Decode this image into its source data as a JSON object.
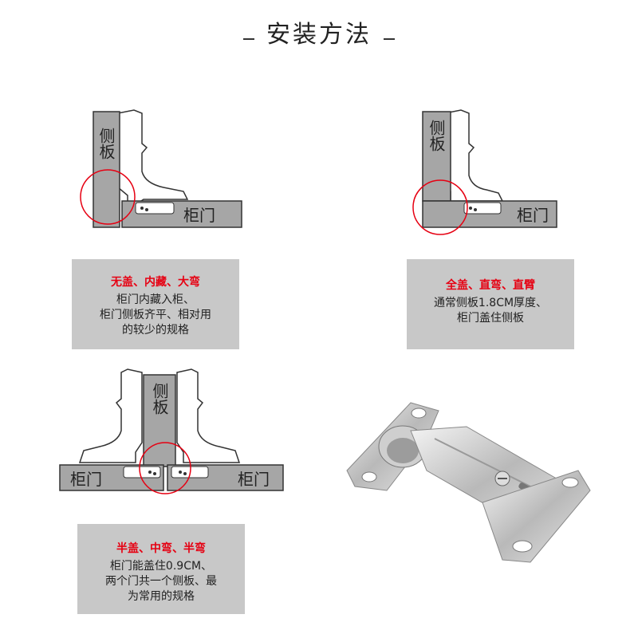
{
  "title": "安装方法",
  "labels": {
    "side_panel": "侧板",
    "door": "柜门"
  },
  "methods": [
    {
      "heading": "无盖、内藏、大弯",
      "body": "柜门内藏入柜、\n柜门侧板齐平、相对用\n的较少的规格"
    },
    {
      "heading": "全盖、直弯、直臂",
      "body": "通常侧板1.8CM厚度、\n柜门盖住侧板"
    },
    {
      "heading": "半盖、中弯、半弯",
      "body": "柜门能盖住0.9CM、\n两个门共一个侧板、最\n为常用的规格"
    }
  ],
  "colors": {
    "panel_fill": "#a6a6a6",
    "note_bg": "#c8c8c8",
    "highlight": "#e60012",
    "outline": "#333333"
  }
}
